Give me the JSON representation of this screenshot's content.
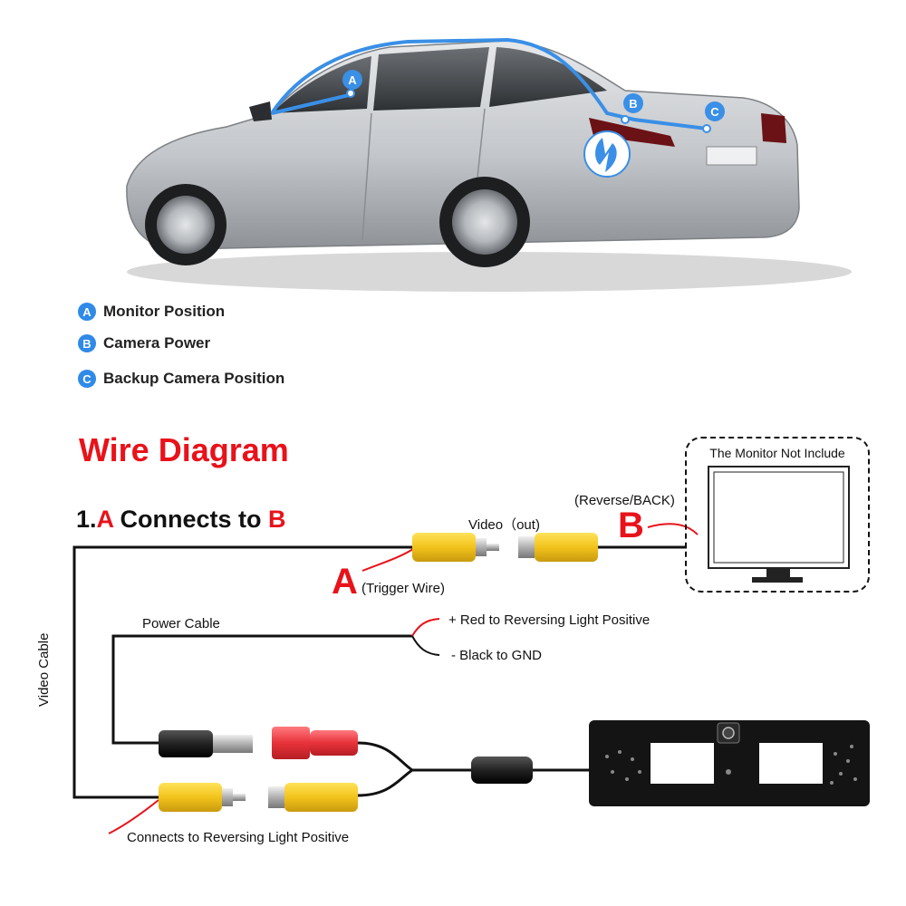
{
  "car_markers": {
    "a": "A",
    "b": "B",
    "c": "C"
  },
  "legend": [
    {
      "letter": "A",
      "label": "Monitor Position"
    },
    {
      "letter": "B",
      "label": "Camera Power"
    },
    {
      "letter": "C",
      "label": "Backup Camera Position"
    }
  ],
  "title": "Wire Diagram",
  "subtitle": {
    "prefix": "1.",
    "a": "A",
    "middle": " Connects to ",
    "b": "B"
  },
  "labels": {
    "video_out": "Video（out)",
    "reverse_back": "(Reverse/BACK)",
    "b_letter": "B",
    "a_letter": "A",
    "trigger_wire": "(Trigger Wire)",
    "monitor_not_include": "The Monitor Not Include",
    "power_cable": "Power Cable",
    "red_to_reversing": "+ Red to Reversing Light Positive",
    "black_to_gnd": "- Black to GND",
    "video_cable": "Video Cable",
    "connects_to_reversing": "Connects to Reversing Light Positive"
  },
  "colors": {
    "accent_red": "#e8121b",
    "marker_blue": "#2f8ae8",
    "connector_yellow": "#f2c31b",
    "connector_red": "#e8323a",
    "car_silver": "#c9ccd0"
  }
}
